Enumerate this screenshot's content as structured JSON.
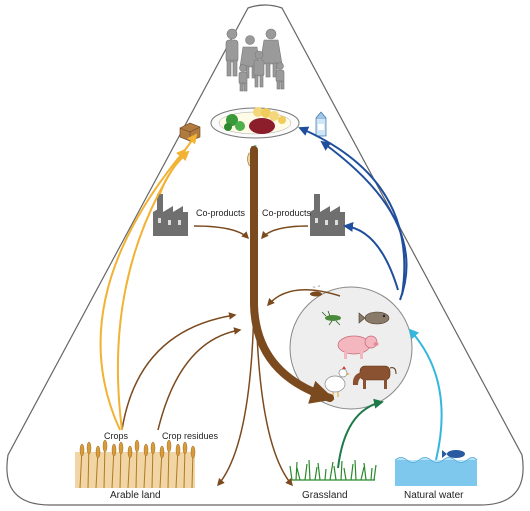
{
  "labels": {
    "coproducts_left": "Co-products",
    "coproducts_right": "Co-products",
    "crops": "Crops",
    "crop_residues": "Crop residues",
    "arable_land": "Arable land",
    "grassland": "Grassland",
    "natural_water": "Natural water"
  },
  "colors": {
    "brown_flow": "#7b4a1e",
    "yellow_flow": "#f2b233",
    "navy_flow": "#1f4f9c",
    "cyan_flow": "#35b6dd",
    "green_flow": "#1f7a4a",
    "outline": "#666666",
    "livestock_circle_fill": "#eeeeee",
    "people": "#9a9a9a",
    "factory": "#6f6f6f"
  },
  "icons": [
    "people-icon",
    "food-plate-icon",
    "bread-icon",
    "milk-carton-icon",
    "apple-core-icon",
    "factory-icon",
    "manure-icon",
    "insect-icon",
    "fish-icon",
    "pig-icon",
    "chicken-icon",
    "cow-icon",
    "wheat-icon",
    "grass-icon",
    "water-icon",
    "tuna-icon"
  ]
}
